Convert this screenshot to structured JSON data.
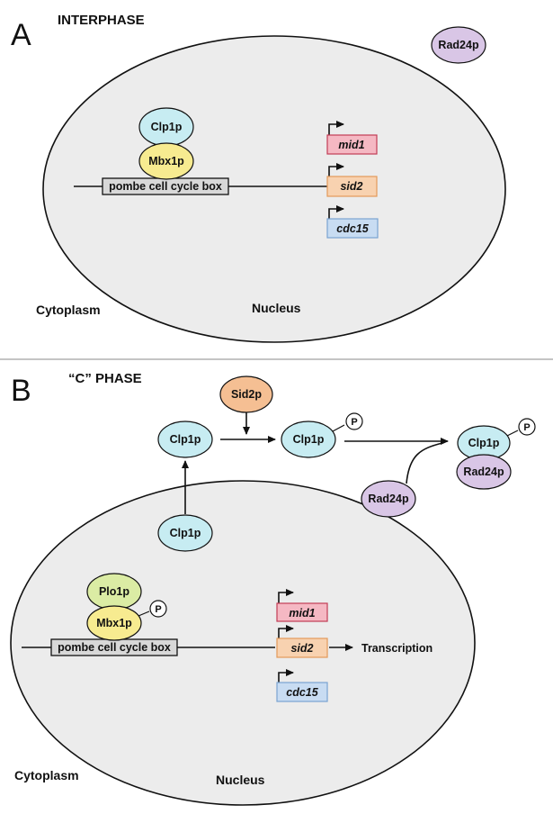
{
  "panel_a": {
    "letter": "A",
    "title": "INTERPHASE",
    "cytoplasm_label": "Cytoplasm",
    "nucleus_label": "Nucleus",
    "proteins": {
      "clp1p": "Clp1p",
      "mbx1p": "Mbx1p",
      "rad24p": "Rad24p"
    },
    "promoter_box": "pombe cell cycle box",
    "genes": [
      "mid1",
      "sid2",
      "cdc15"
    ]
  },
  "panel_b": {
    "letter": "B",
    "title": "“C” PHASE",
    "cytoplasm_label": "Cytoplasm",
    "nucleus_label": "Nucleus",
    "proteins": {
      "sid2p": "Sid2p",
      "clp1p_top": "Clp1p",
      "clp1p_phos": "Clp1p",
      "clp1p_complex": "Clp1p",
      "rad24p_complex": "Rad24p",
      "rad24p_free": "Rad24p",
      "clp1p_nucleus": "Clp1p",
      "plo1p": "Plo1p",
      "mbx1p": "Mbx1p"
    },
    "phospho": "P",
    "promoter_box": "pombe cell cycle box",
    "genes": [
      "mid1",
      "sid2",
      "cdc15"
    ],
    "transcription_label": "Transcription"
  },
  "colors": {
    "clp1p": "#c7ecf2",
    "mbx1p": "#f7eb90",
    "plo1p": "#dbeca4",
    "rad24p": "#d9c6e6",
    "sid2p": "#f5bf93",
    "mid1": "#f5b8c3",
    "sid2": "#f8d2b0",
    "cdc15": "#c8dcf2",
    "box": "#d8d8d8",
    "nucleus": "#ececec"
  }
}
